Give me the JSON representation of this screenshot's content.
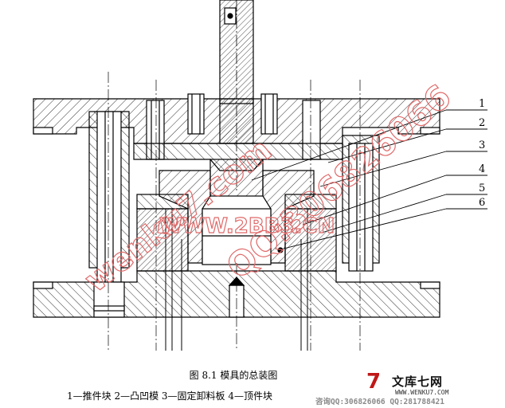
{
  "figure": {
    "caption": "图 8.1    模具的总装图",
    "legend": "1—推件块 2—凸凹模 3—固定卸料板 4—顶件块"
  },
  "callouts": [
    "1",
    "2",
    "3",
    "4",
    "5",
    "6"
  ],
  "watermarks": {
    "diagonal_left": "wenku7.com",
    "diagonal_right": "QQ:306826066",
    "center": "WWW.2BB3.CN"
  },
  "branding": {
    "seven_glyph": "7",
    "name": "文库七网",
    "url": "WWW.WENKU7.COM",
    "contact": "咨询QQ:306826066  QQ:281788421"
  },
  "colors": {
    "line": "#000000",
    "hatch": "#000000",
    "watermark": "#e06a6a",
    "brand": "#c01818"
  }
}
